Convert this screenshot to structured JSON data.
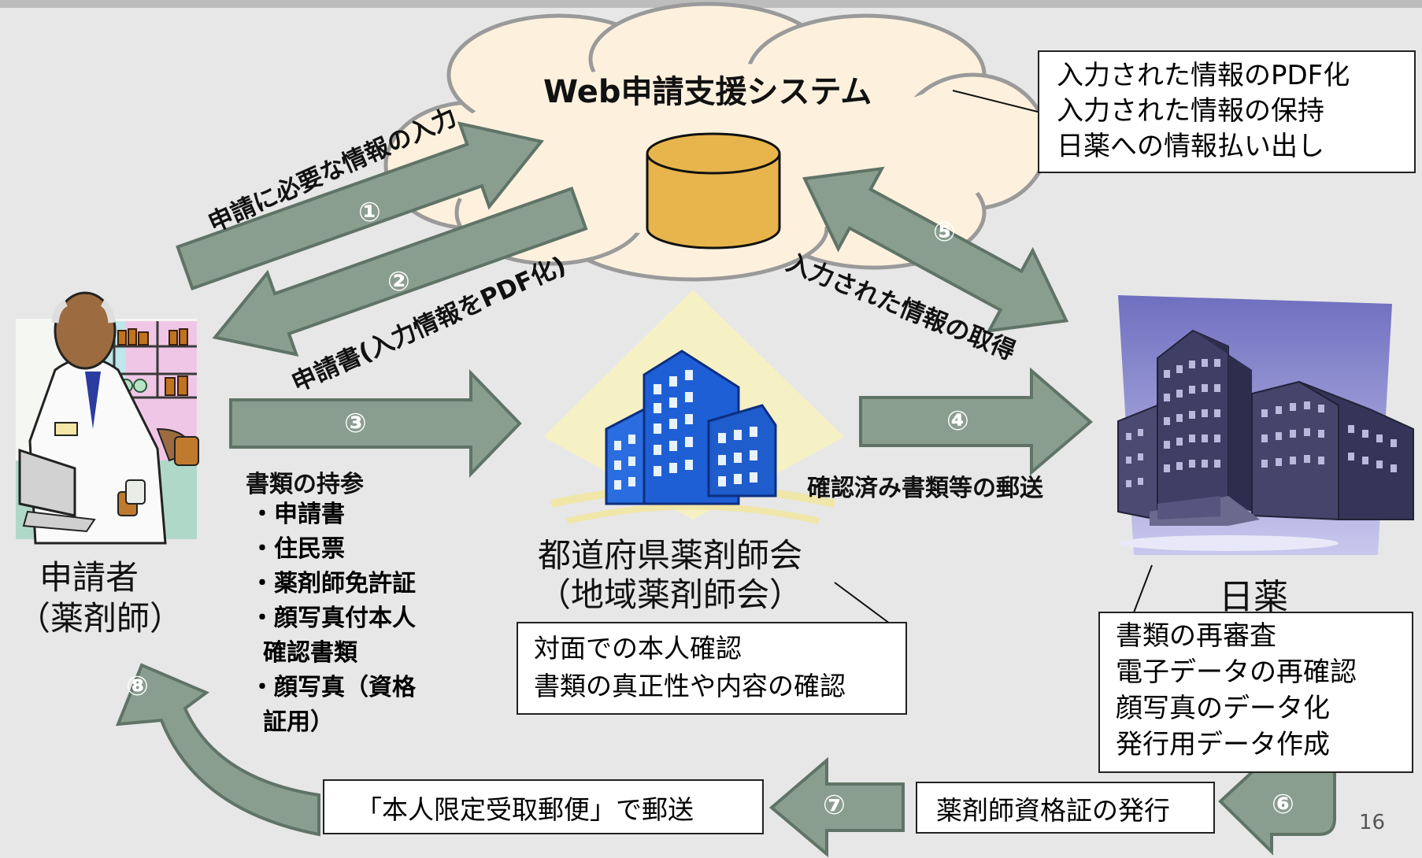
{
  "cloud": {
    "title": "Web申請支援システム"
  },
  "system_notes": [
    "入力された情報のPDF化",
    "入力された情報の保持",
    "日薬への情報払い出し"
  ],
  "steps": {
    "s1": {
      "num": "①",
      "label": "申請に必要な情報の入力"
    },
    "s2": {
      "num": "②",
      "label": "申請書(入力情報をPDF化)"
    },
    "s3": {
      "num": "③",
      "label": "書類の持参"
    },
    "s4": {
      "num": "④",
      "label": "確認済み書類等の郵送"
    },
    "s5": {
      "num": "⑤",
      "label": "入力された情報の取得"
    },
    "s6": {
      "num": "⑥",
      "label": "薬剤師資格証の発行"
    },
    "s7": {
      "num": "⑦",
      "label": "「本人限定受取郵便」で郵送"
    },
    "s8": {
      "num": "⑧"
    }
  },
  "documents": [
    "・申請書",
    "・住民票",
    "・薬剤師免許証",
    "・顔写真付本人",
    "確認書類",
    "・顔写真（資格",
    "証用）"
  ],
  "applicant": {
    "line1": "申請者",
    "line2": "（薬剤師）"
  },
  "association": {
    "line1": "都道府県薬剤師会",
    "line2": "（地域薬剤師会）"
  },
  "association_notes": [
    "対面での本人確認",
    "書類の真正性や内容の確認"
  ],
  "nichiyaku": {
    "label": "日薬"
  },
  "nichiyaku_notes": [
    "書類の再審査",
    "電子データの再確認",
    "顔写真のデータ化",
    "発行用データ作成"
  ],
  "page_number": "16",
  "colors": {
    "arrow_fill": "#8a9e8f",
    "arrow_stroke": "#5f7466",
    "cloud_fill": "#fdf1de",
    "db_fill": "#e8b54c",
    "building_blue": "#1e5fd6",
    "hq_purple": "#7f7fc4"
  }
}
